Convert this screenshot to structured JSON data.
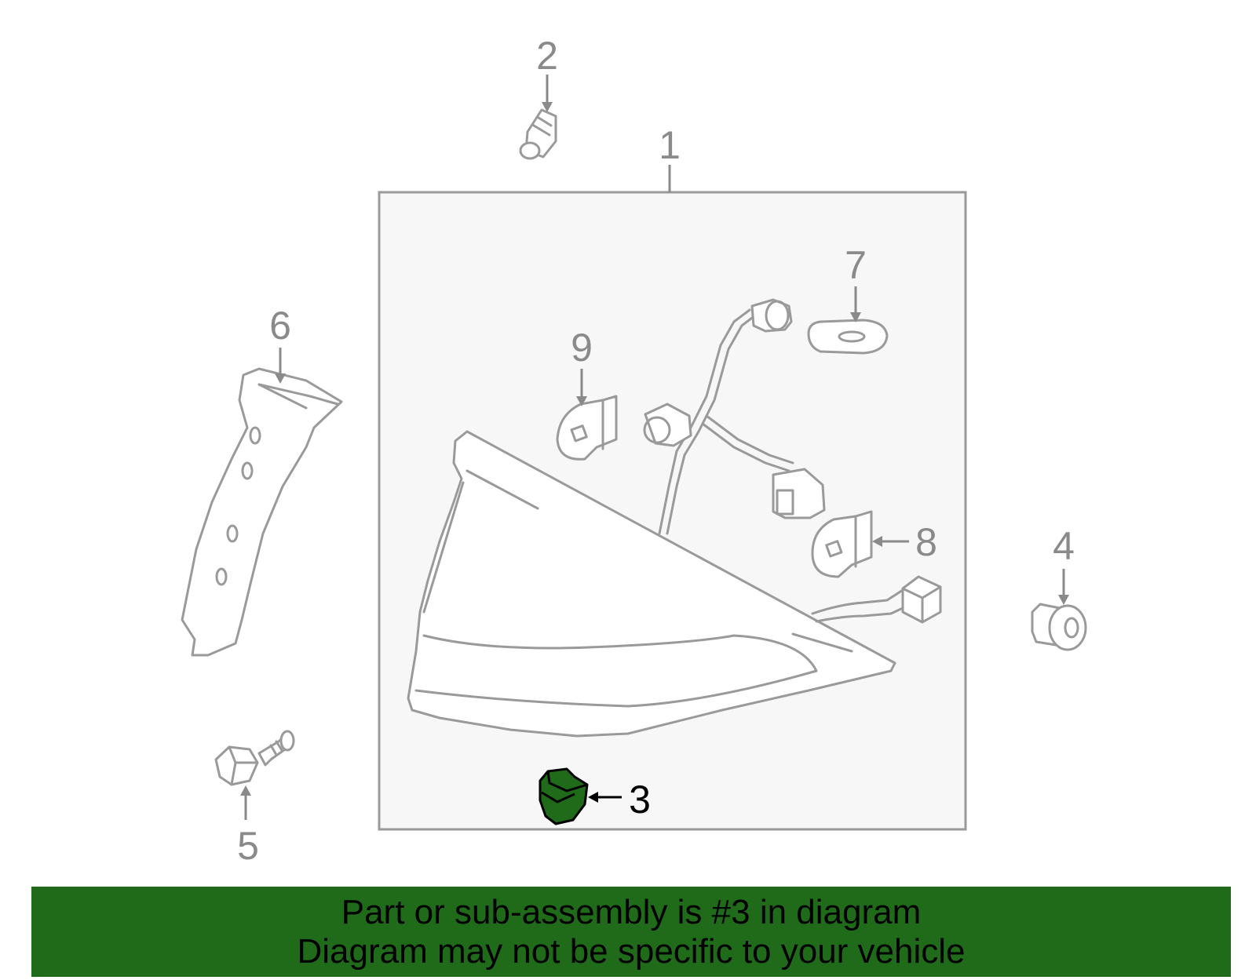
{
  "callouts": {
    "c1": "1",
    "c2": "2",
    "c3": "3",
    "c4": "4",
    "c5": "5",
    "c6": "6",
    "c7": "7",
    "c8": "8",
    "c9": "9"
  },
  "highlighted_part": "3",
  "colors": {
    "highlight": "#1f6b1a",
    "banner": "#1f6b1a",
    "line": "#9a9a9a",
    "box_fill": "#f7f7f7"
  },
  "banner": {
    "line1": "Part or sub-assembly is #3 in diagram",
    "line2": "Diagram may not be specific to your vehicle"
  }
}
